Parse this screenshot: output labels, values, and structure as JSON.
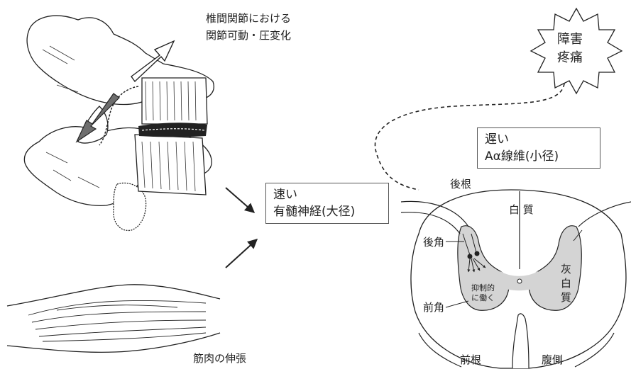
{
  "labels": {
    "facet_line1": "椎間関節における",
    "facet_line2": "関節可動・圧変化",
    "pain_line1": "障害",
    "pain_line2": "疼痛",
    "slow_line1": "遅い",
    "slow_line2": "Aα線維(小径)",
    "fast_line1": "速い",
    "fast_line2": "有髄神経(大径)",
    "dorsal_root": "後根",
    "white_matter": "白 質",
    "dorsal_horn": "後角",
    "gray_matter_1": "灰",
    "gray_matter_2": "白",
    "gray_matter_3": "質",
    "inhibit_1": "抑制的",
    "inhibit_2": "に働く",
    "ventral_horn": "前角",
    "ventral_root": "前根",
    "ventral_side": "腹側",
    "muscle": "筋肉の伸張"
  },
  "colors": {
    "line": "#222222",
    "gray_matter": "#d4d4d4",
    "arrow_dark": "#6e6e6e"
  }
}
